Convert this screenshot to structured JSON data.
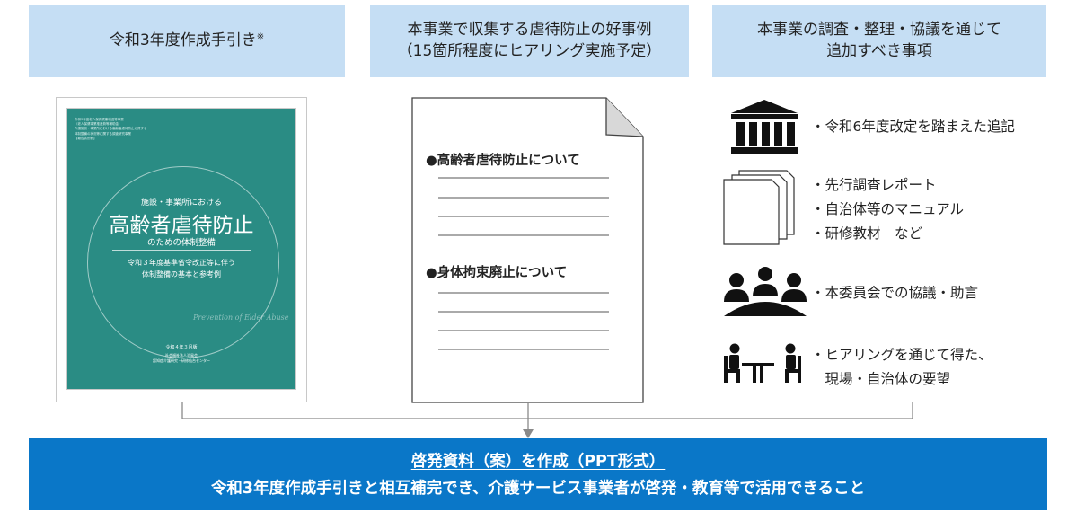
{
  "headers": {
    "col1": "令和3年度作成手引き",
    "col1_note": "※",
    "col2_line1": "本事業で収集する虐待防止の好事例",
    "col2_line2": "（15箇所程度にヒアリング実施予定）",
    "col3_line1": "本事業の調査・整理・協議を通じて",
    "col3_line2": "追加すべき事項"
  },
  "cover": {
    "top_small": "令和3年度老人保健健康増進等事業\n（老人保健事業推進費等補助金）\n介護施設・事業所における高齢者虐待防止に資する\n体制整備の状況等に関する調査研究事業\n【報告書別冊】",
    "line1": "施設・事業所における",
    "title": "高齢者虐待防止",
    "subtitle": "のための体制整備",
    "desc": "令和３年度基準省令改正等に伴う\n体制整備の基本と参考例",
    "script": "Prevention of Elder Abuse",
    "date": "令和４年３月版",
    "org": "社会福祉法人浴風会\n認知症介護研究・研修仙台センター"
  },
  "document": {
    "heading1": "●高齢者虐待防止について",
    "heading2": "●身体拘束廃止について"
  },
  "right_items": {
    "item1": "・令和6年度改定を踏まえた追記",
    "item2_line1": "・先行調査レポート",
    "item2_line2": "・自治体等のマニュアル",
    "item2_line3": "・研修教材　など",
    "item3": "・本委員会での協議・助言",
    "item4_line1": "・ヒアリングを通じて得た、",
    "item4_line2": "　現場・自治体の要望"
  },
  "icons": {
    "item1": "government-building-icon",
    "item2": "stacked-documents-icon",
    "item3": "meeting-group-icon",
    "item4": "interview-icon"
  },
  "banner": {
    "line1": "啓発資料（案）を作成（PPT形式）",
    "line2": "令和3年度作成手引きと相互補完でき、介護サービス事業者が啓発・教育等で活用できること"
  },
  "colors": {
    "header_bg": "#c5def4",
    "banner_bg": "#0a77c8",
    "cover_bg": "#2a8c84"
  }
}
